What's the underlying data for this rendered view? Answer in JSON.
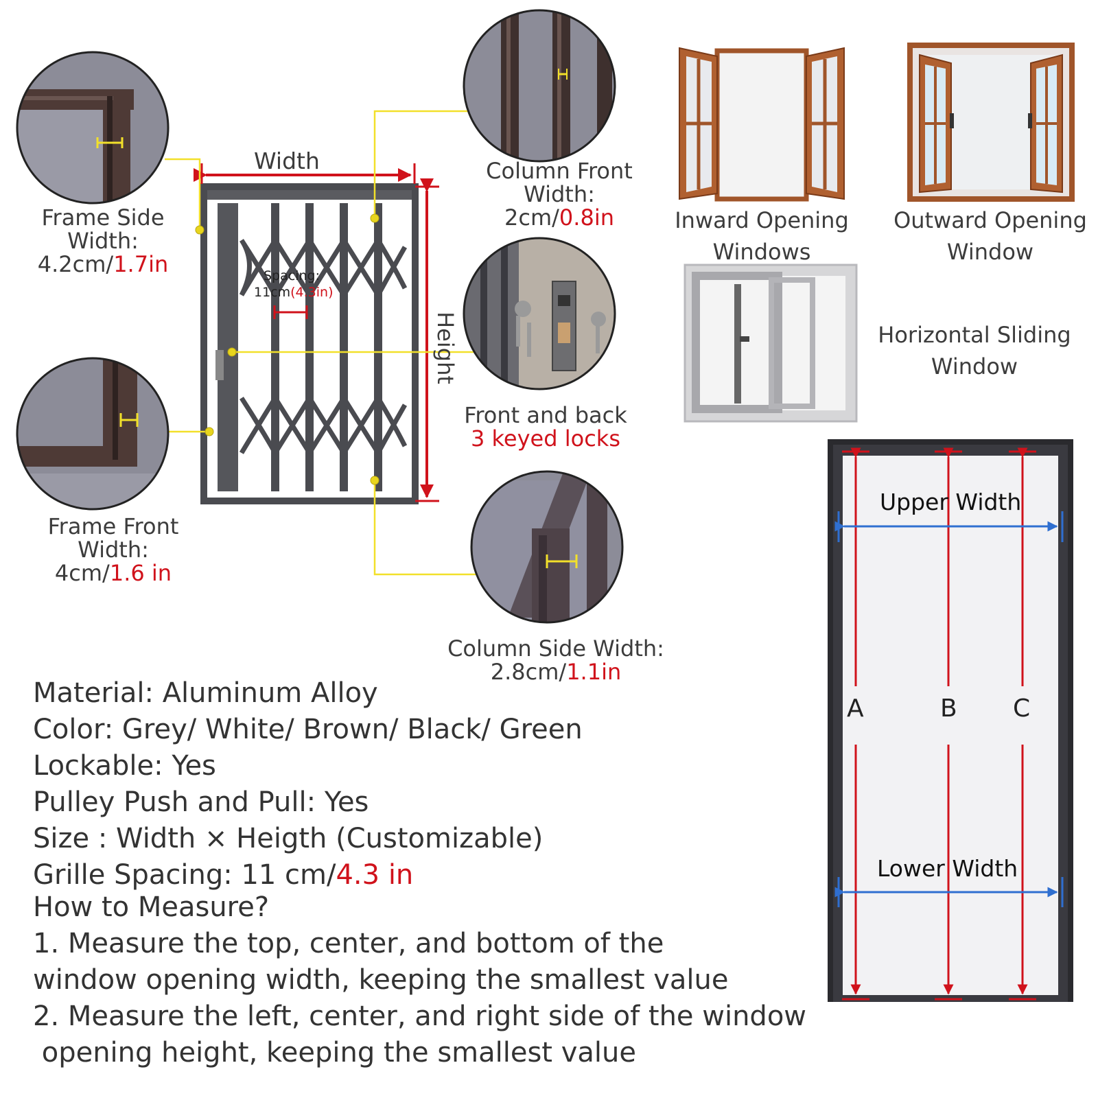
{
  "diagram": {
    "width_label": "Width",
    "height_label": "Height",
    "spacing": {
      "title": "Spacing:",
      "metric": "11cm",
      "imperial": "(4.3in)"
    },
    "frame_side": {
      "line1": "Frame Side",
      "line2": "Width:",
      "metric": "4.2cm/",
      "imperial": "1.7in"
    },
    "frame_front": {
      "line1": "Frame Front",
      "line2": "Width:",
      "metric": "4cm/",
      "imperial": "1.6 in"
    },
    "column_front": {
      "line1": "Column Front",
      "line2": "Width:",
      "metric": "2cm/",
      "imperial": "0.8in"
    },
    "locks": {
      "line1": "Front and back",
      "line2": "3 keyed locks"
    },
    "column_side": {
      "line1": "Column Side Width:",
      "metric": "2.8cm/",
      "imperial": "1.1in"
    }
  },
  "window_types": {
    "inward": {
      "line1": "Inward Opening",
      "line2": "Windows"
    },
    "outward": {
      "line1": "Outward Opening",
      "line2": "Window"
    },
    "sliding": {
      "line1": "Horizontal Sliding",
      "line2": "Window"
    }
  },
  "measure_diagram": {
    "upper_width": "Upper Width",
    "lower_width": "Lower Width",
    "a": "A",
    "b": "B",
    "c": "C"
  },
  "specs": {
    "material": "Material: Aluminum Alloy",
    "color": "Color: Grey/ White/ Brown/ Black/ Green",
    "lockable": "Lockable: Yes",
    "pulley": "Pulley Push and Pull: Yes",
    "size": "Size : Width × Heigth (Customizable)",
    "grille_prefix": "Grille Spacing: 11 cm/",
    "grille_imperial": "4.3 in"
  },
  "how_to": {
    "title": "How to Measure?",
    "step1_line1": "1. Measure the top, center, and bottom of the",
    "step1_line2": "window opening width, keeping the smallest value",
    "step2_line1": "2. Measure the left, center, and right side of the window",
    "step2_line2": " opening height, keeping the smallest value"
  },
  "colors": {
    "frame": "#4a4b50",
    "accent_red": "#d0121b",
    "callout_yellow": "#f2e02a",
    "measure_blue": "#2f6fd0",
    "wood_brown": "#a0552a",
    "zoom_bg": "#8a8a96"
  }
}
